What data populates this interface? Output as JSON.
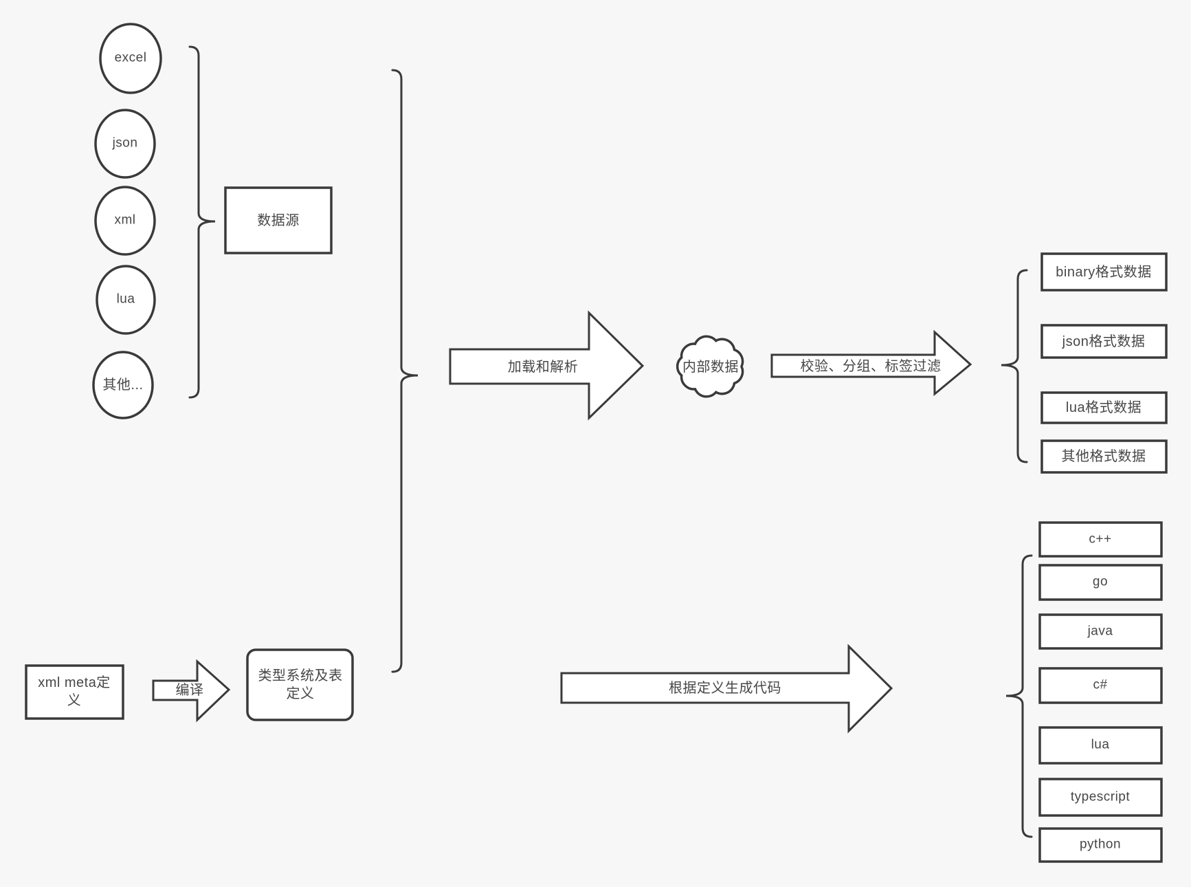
{
  "diagram": {
    "background_color": "#f7f7f7",
    "stroke_color": "#3a3a3a",
    "node_fill_color": "#ffffff",
    "text_color": "#474747"
  },
  "sources": {
    "items": [
      "excel",
      "json",
      "xml",
      "lua",
      "其他..."
    ],
    "group_label": "数据源"
  },
  "flow": {
    "load_parse_arrow": "加载和解析",
    "internal_data": "内部数据",
    "filter_arrow": "校验、分组、标签过滤"
  },
  "outputs": {
    "formats": [
      "binary格式数据",
      "json格式数据",
      "lua格式数据",
      "其他格式数据"
    ]
  },
  "definition": {
    "xml_meta": "xml meta定义",
    "compile_arrow": "编译",
    "type_system": "类型系统及表定义",
    "generate_arrow": "根据定义生成代码"
  },
  "languages": {
    "items": [
      "c++",
      "go",
      "java",
      "c#",
      "lua",
      "typescript",
      "python"
    ]
  }
}
